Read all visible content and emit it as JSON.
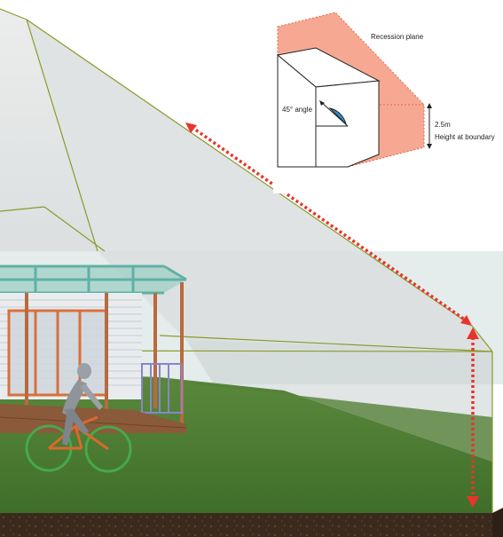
{
  "inset": {
    "recession_plane_label": "Recession plane",
    "angle_label": "45° angle",
    "height_value_label": "2.5m",
    "height_desc_label": "Height at boundary"
  },
  "colors": {
    "recession_fill": "#f6a892",
    "envelope_line": "#8a9a2a",
    "arrow_red": "#e8342c",
    "angle_blue": "#2a93d5",
    "lawn": "#4f7f34",
    "soil": "#3b2a1d",
    "sky": "#e4ecec",
    "timber": "#b86a3e",
    "steel_teal": "#5fb1a6"
  }
}
